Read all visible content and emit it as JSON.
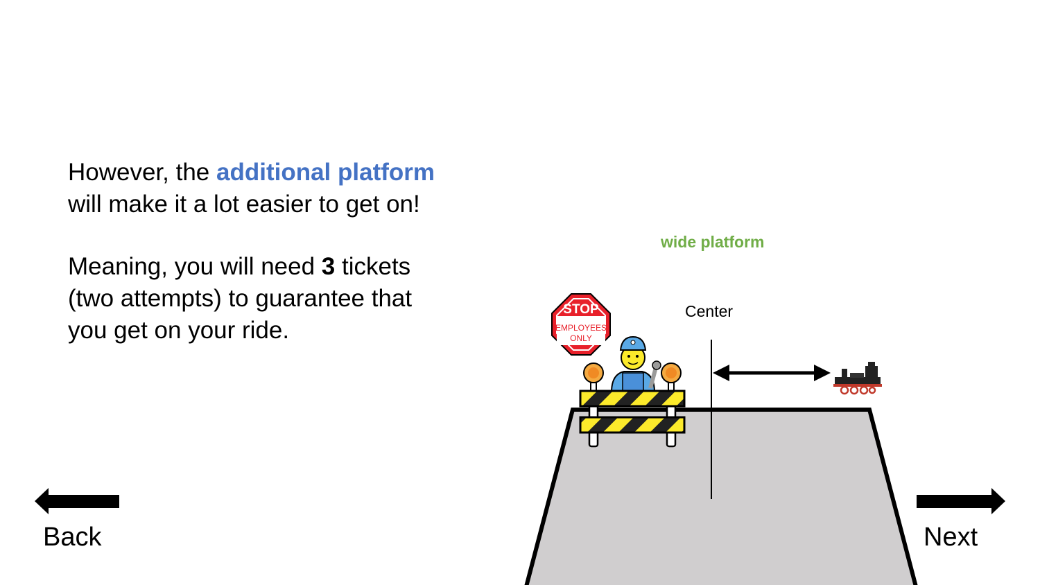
{
  "instructions": {
    "line1_prefix": "However,  the ",
    "line1_highlight": "additional platform",
    "line2": "will make it a lot easier to get on!",
    "para2_prefix": "Meaning, you will need ",
    "para2_bold": "3",
    "para2_suffix": " tickets",
    "para2_line2": "(two attempts) to guarantee that",
    "para2_line3": "you get on your ride."
  },
  "diagram": {
    "platform_label": "wide platform",
    "center_label": "Center",
    "stop_sign_text": "STOP",
    "sign_line1": "EMPLOYEES",
    "sign_line2": "ONLY",
    "platform_color": "#d0cecf",
    "label_color": "#70ad47"
  },
  "navigation": {
    "back_label": "Back",
    "next_label": "Next"
  },
  "colors": {
    "highlight": "#4472c4",
    "stop_red": "#e8202a"
  }
}
